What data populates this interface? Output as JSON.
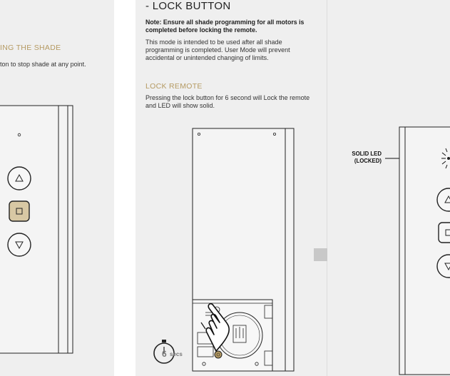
{
  "left_panel": {
    "heading": "ING THE SHADE",
    "body": "ton to stop shade at any point."
  },
  "middle_panel": {
    "heading": "- LOCK BUTTON",
    "note": "Note: Ensure all shade programming for all motors is completed before locking the remote.",
    "body": "This mode is intended to be used after all shade programming is completed. User Mode will prevent accidental or unintended changing of limits.",
    "lock_heading": "LOCK REMOTE",
    "lock_body": "Pressing the lock button for 6 second will Lock the remote and LED will show solid.",
    "timer": {
      "number": "6",
      "unit": "secs",
      "seconds": 6
    }
  },
  "right_panel": {
    "callout": "SOLID LED (LOCKED)"
  },
  "colors": {
    "panel_bg": "#efefef",
    "accent_gold": "#b59a62",
    "stop_button_fill": "#d8c8a4",
    "arrow_gray": "#c8c8c8"
  },
  "icons": [
    "up-arrow-icon",
    "stop-square-icon",
    "down-arrow-icon",
    "hand-pointer-icon",
    "stopwatch-icon",
    "right-arrow-icon",
    "led-burst-icon"
  ]
}
